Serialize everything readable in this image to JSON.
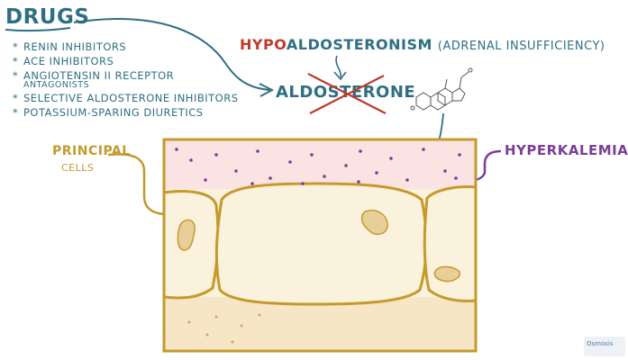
{
  "drugs": {
    "title": "DRUGS",
    "items": [
      {
        "label": "RENIN INHIBITORS",
        "sub": ""
      },
      {
        "label": "ACE INHIBITORS",
        "sub": ""
      },
      {
        "label": "ANGIOTENSIN II RECEPTOR",
        "sub": "ANTAGONISTS"
      },
      {
        "label": "SELECTIVE ALDOSTERONE INHIBITORS",
        "sub": ""
      },
      {
        "label": "POTASSIUM-SPARING DIURETICS",
        "sub": ""
      }
    ]
  },
  "header": {
    "hypo_prefix": "HYPO",
    "hypo_rest": "ALDOSTERONISM",
    "hypo_paren": "(ADRENAL INSUFFICIENCY)"
  },
  "aldosterone": {
    "label": "ALDOSTERONE",
    "crossed_out": true
  },
  "labels": {
    "principal_cells": "PRINCIPAL",
    "principal_cells_sub": "CELLS",
    "hyperkalemia": "HYPERKALEMIA"
  },
  "watermark": "Osmosis",
  "colors": {
    "teal": "#2f6f83",
    "red": "#c0392b",
    "gold": "#c49a2c",
    "purple": "#7a3e99",
    "blood": "#fbe3e3",
    "cell": "#faf2dc",
    "lumen": "#f6e6c6",
    "frame": "#c49a2c"
  }
}
